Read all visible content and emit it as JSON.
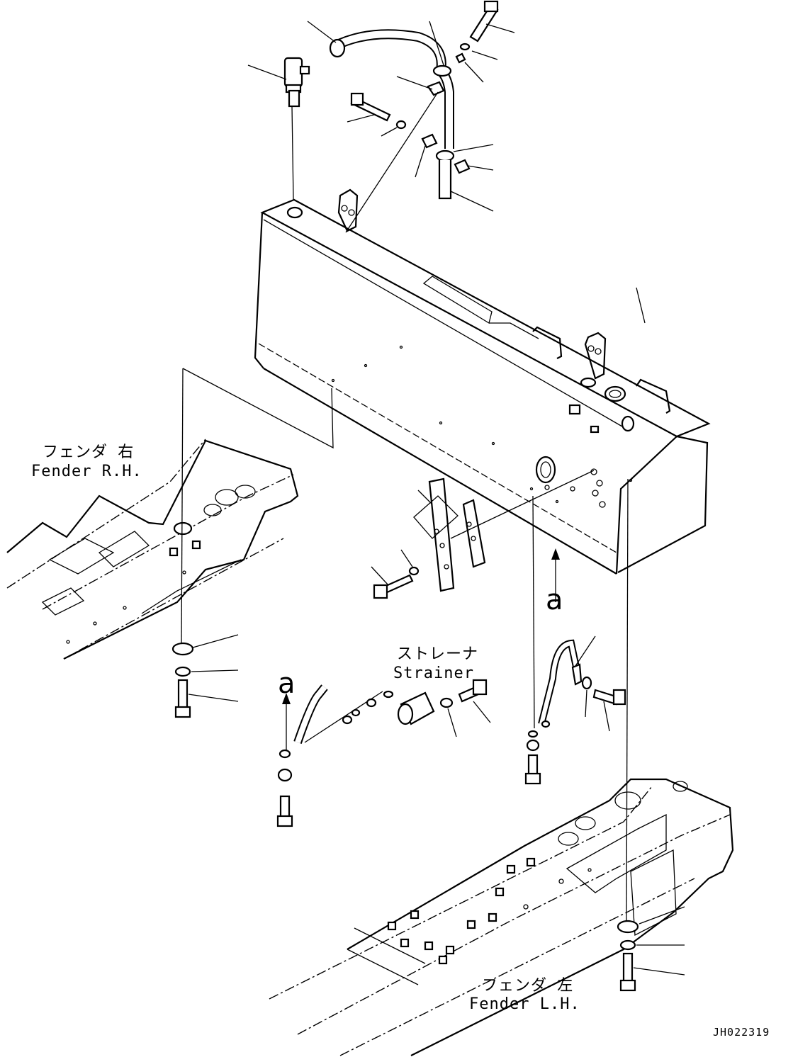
{
  "labels": {
    "fender_rh_jp": "フェンダ 右",
    "fender_rh_en": "Fender R.H.",
    "fender_lh_jp": "フェンダ 左",
    "fender_lh_en": "Fender L.H.",
    "strainer_jp": "ストレーナ",
    "strainer_en": "Strainer",
    "view_mark": "a",
    "drawing_code": "JH022319"
  }
}
